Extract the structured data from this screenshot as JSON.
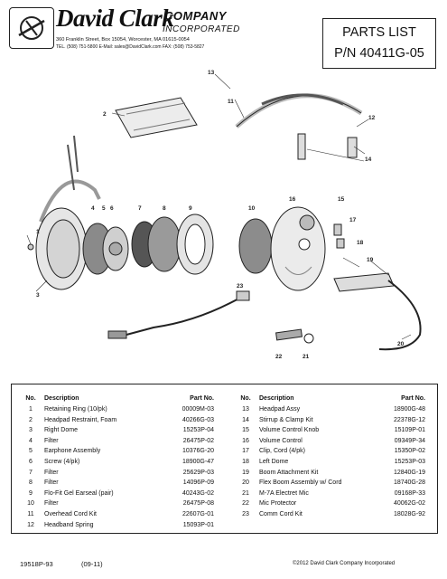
{
  "header": {
    "company_name": "David Clark",
    "company_word": "COMPANY",
    "company_sub": "INCORPORATED",
    "address": "360 Franklin Street, Box 15054, Worcester, MA 01615-0054",
    "contact": "TEL. (508) 751-5800  E-Mail: sales@DavidClark.com  FAX: (508) 753-5827"
  },
  "title": {
    "line1": "PARTS LIST",
    "line2": "P/N 40411G-05"
  },
  "diagram": {
    "callouts": [
      "1",
      "2",
      "3",
      "4",
      "5",
      "6",
      "7",
      "8",
      "9",
      "10",
      "11",
      "12",
      "13",
      "14",
      "15",
      "16",
      "17",
      "18",
      "19",
      "20",
      "21",
      "22",
      "23"
    ]
  },
  "parts_table": {
    "headers": {
      "no": "No.",
      "description": "Description",
      "part_no": "Part No."
    },
    "left": [
      {
        "no": "1",
        "description": "Retaining Ring (10/pk)",
        "part_no": "00009M-03"
      },
      {
        "no": "2",
        "description": "Headpad Restraint, Foam",
        "part_no": "40266G-03"
      },
      {
        "no": "3",
        "description": "Right Dome",
        "part_no": "15253P-04"
      },
      {
        "no": "4",
        "description": "Filter",
        "part_no": "26475P-02"
      },
      {
        "no": "5",
        "description": "Earphone Assembly",
        "part_no": "10376G-20"
      },
      {
        "no": "6",
        "description": "Screw (4/pk)",
        "part_no": "18900G-47"
      },
      {
        "no": "7",
        "description": "Filter",
        "part_no": "25629P-03"
      },
      {
        "no": "8",
        "description": "Filter",
        "part_no": "14096P-09"
      },
      {
        "no": "9",
        "description": "Flo-Fit Gel Earseal (pair)",
        "part_no": "40243G-02"
      },
      {
        "no": "10",
        "description": "Filter",
        "part_no": "26475P-08"
      },
      {
        "no": "11",
        "description": "Overhead Cord Kit",
        "part_no": "22607G-01"
      },
      {
        "no": "12",
        "description": "Headband Spring",
        "part_no": "15093P-01"
      }
    ],
    "right": [
      {
        "no": "13",
        "description": "Headpad Assy",
        "part_no": "18900G-48"
      },
      {
        "no": "14",
        "description": "Stirrup & Clamp Kit",
        "part_no": "22378G-12"
      },
      {
        "no": "15",
        "description": "Volume Control Knob",
        "part_no": "15109P-01"
      },
      {
        "no": "16",
        "description": "Volume Control",
        "part_no": "09349P-34"
      },
      {
        "no": "17",
        "description": "Clip, Cord (4/pk)",
        "part_no": "15350P-02"
      },
      {
        "no": "18",
        "description": "Left Dome",
        "part_no": "15253P-03"
      },
      {
        "no": "19",
        "description": "Boom Attachment Kit",
        "part_no": "12840G-19"
      },
      {
        "no": "20",
        "description": "Flex Boom Assembly w/ Cord",
        "part_no": "18740G-28"
      },
      {
        "no": "21",
        "description": "M-7A Electret Mic",
        "part_no": "09168P-33"
      },
      {
        "no": "22",
        "description": "Mic Protector",
        "part_no": "40062G-02"
      },
      {
        "no": "23",
        "description": "Comm Cord Kit",
        "part_no": "18028G-92"
      }
    ]
  },
  "footer": {
    "doc_no": "19518P-93",
    "date": "(09-11)",
    "copyright": "©2012  David Clark Company Incorporated"
  }
}
